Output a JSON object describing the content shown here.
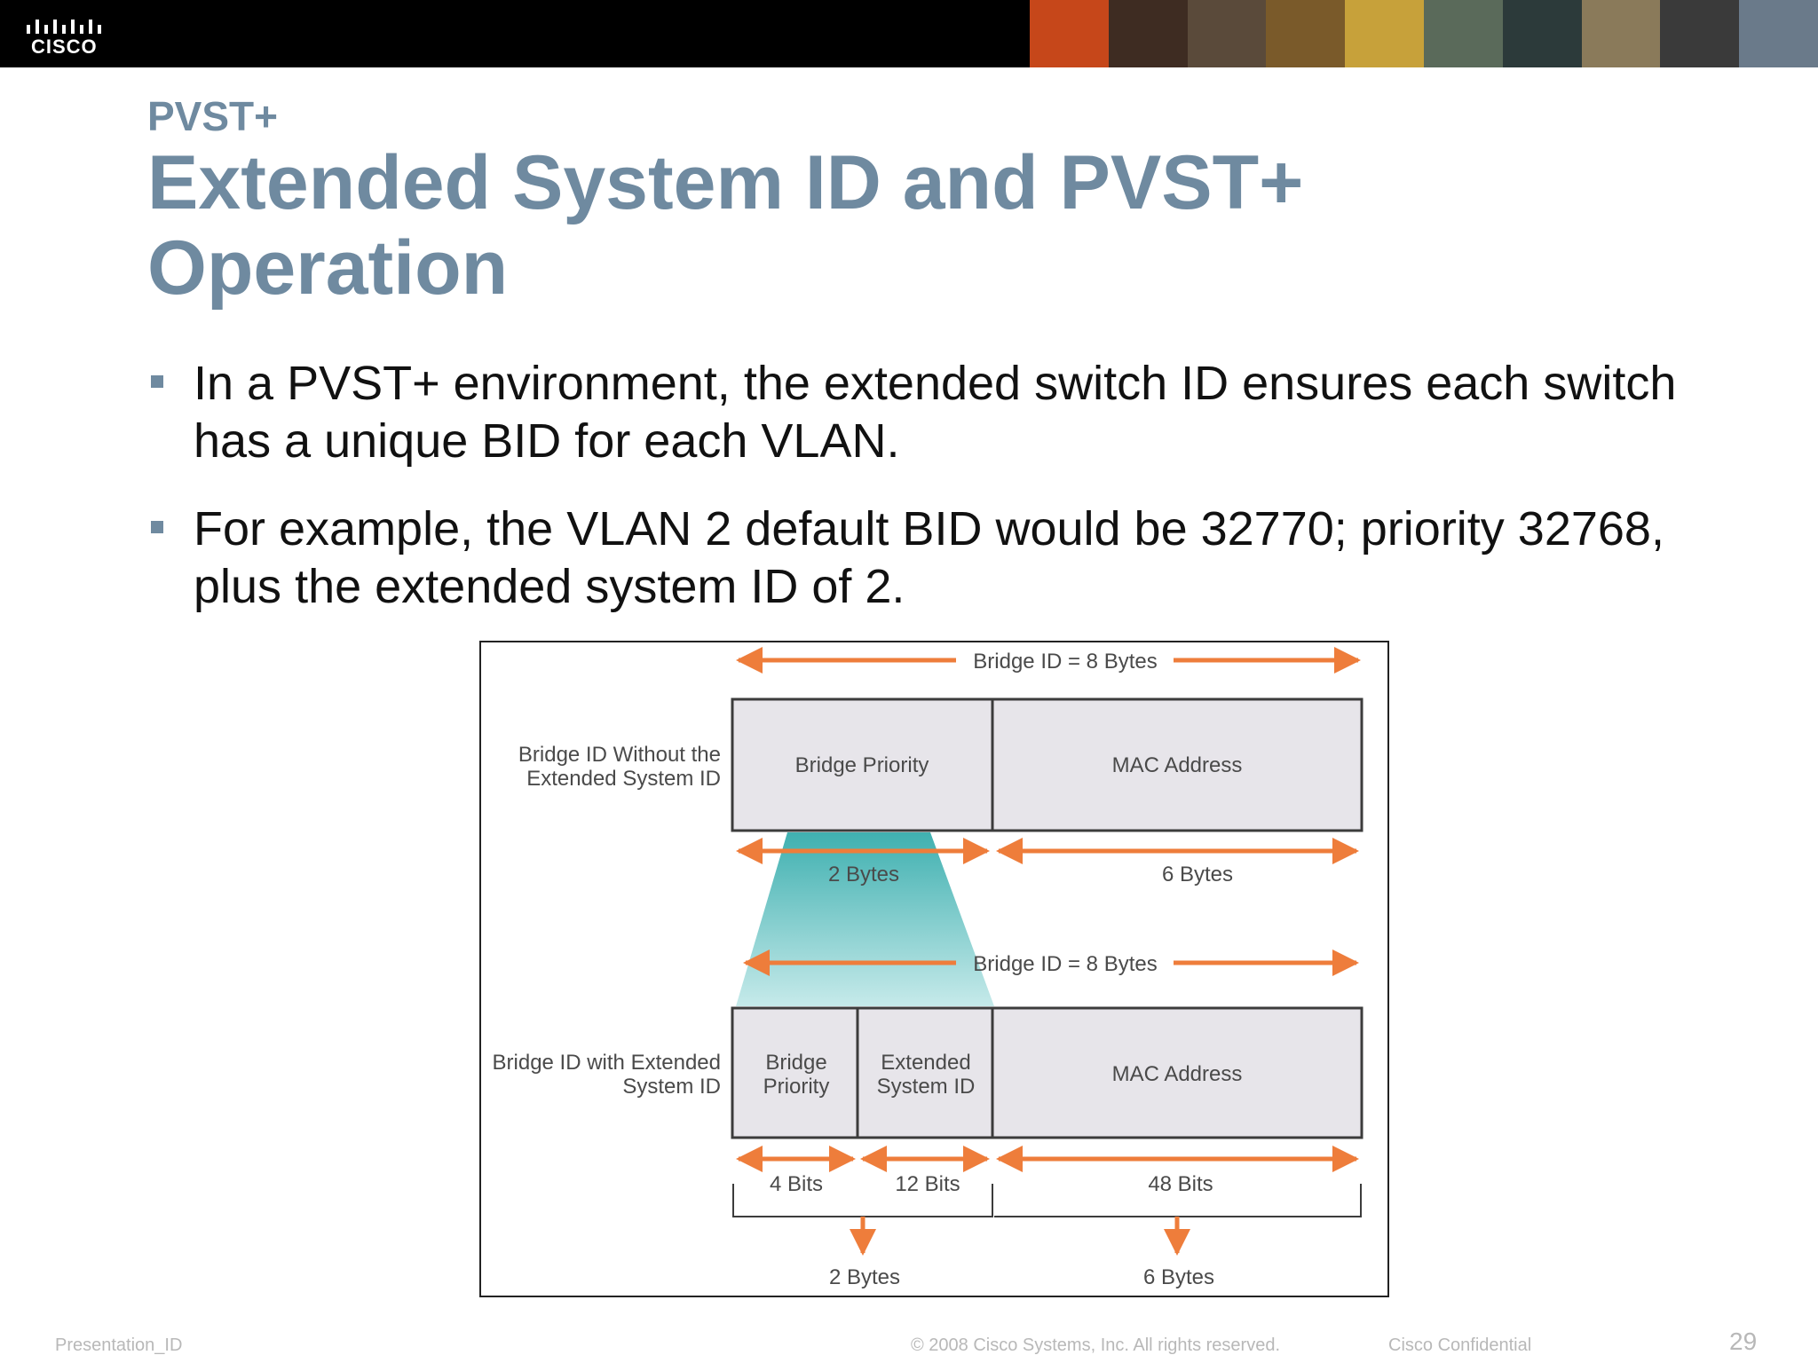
{
  "header": {
    "logo_text": "CISCO",
    "logo_icon": "cisco-bridge-logo",
    "photo_strip_colors": [
      "#c6471a",
      "#3e2c22",
      "#5a4a3a",
      "#7a5a2a",
      "#c7a13a",
      "#5a6a5a",
      "#2c3a3a",
      "#8a7a5a",
      "#3a3a3a",
      "#6a7a8a"
    ]
  },
  "slide": {
    "section": "PVST+",
    "title": "Extended System ID and PVST+ Operation",
    "bullets": [
      "In a PVST+ environment, the extended switch ID ensures each switch has a unique BID for each VLAN.",
      "For example, the VLAN 2 default BID would be 32770; priority 32768, plus the extended system ID of 2."
    ]
  },
  "diagram": {
    "top": {
      "total_label": "Bridge ID = 8 Bytes",
      "row_label_line1": "Bridge ID Without the",
      "row_label_line2": "Extended System ID",
      "field1": "Bridge Priority",
      "field2": "MAC Address",
      "size1": "2 Bytes",
      "size2": "6 Bytes"
    },
    "bottom": {
      "total_label": "Bridge ID = 8 Bytes",
      "row_label_line1": "Bridge ID with Extended",
      "row_label_line2": "System ID",
      "field1_line1": "Bridge",
      "field1_line2": "Priority",
      "field2_line1": "Extended",
      "field2_line2": "System ID",
      "field3": "MAC Address",
      "bits1": "4 Bits",
      "bits2": "12 Bits",
      "bits3": "48 Bits",
      "bytes1": "2 Bytes",
      "bytes2": "6 Bytes"
    },
    "colors": {
      "arrow": "#ee7d3b",
      "box_fill": "#e7e5ea",
      "box_stroke": "#3c3c3c",
      "funnel": "#4db3b3"
    }
  },
  "footer": {
    "presentation_id": "Presentation_ID",
    "copyright": "© 2008 Cisco Systems, Inc. All rights reserved.",
    "confidential": "Cisco Confidential",
    "page": "29"
  }
}
